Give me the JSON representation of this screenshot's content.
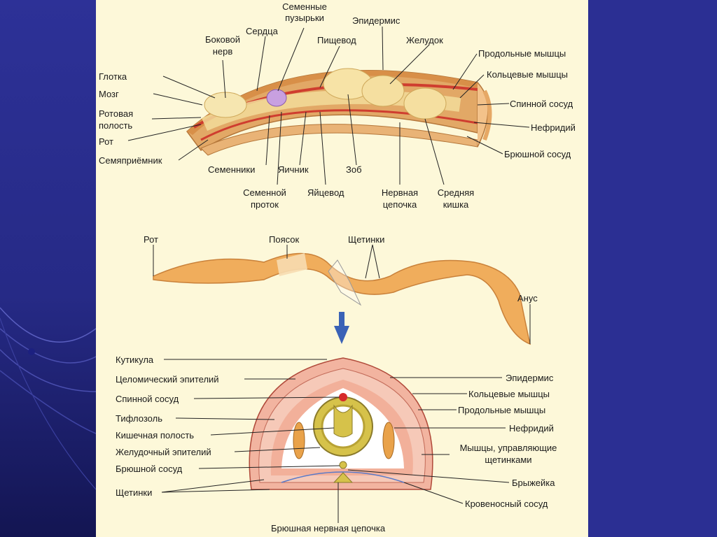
{
  "slide": {
    "background_color": "#2b2e91",
    "sheet_color": "#fdf8d9"
  },
  "diagram_top": {
    "labels": {
      "glotka": "Глотка",
      "mozg": "Мозг",
      "rotovaya_1": "Ротовая",
      "rotovaya_2": "полость",
      "rot": "Рот",
      "semyapriemnik": "Семяприёмник",
      "bokovoy_1": "Боковой",
      "bokovoy_2": "нерв",
      "serdtsa": "Сердца",
      "semennye_1": "Семенные",
      "semennye_2": "пузырьки",
      "epidermis": "Эпидермис",
      "pishchevod": "Пищевод",
      "zheludok": "Желудок",
      "prodolnye": "Продольные мышцы",
      "koltsevye": "Кольцевые мышцы",
      "spinnoy": "Спинной сосуд",
      "nefridiy": "Нефридий",
      "bryushnoy": "Брюшной сосуд",
      "semenniki": "Семенники",
      "yaichnik": "Яичник",
      "zob": "Зоб",
      "semennoy_1": "Семенной",
      "semennoy_2": "проток",
      "yaytsevod": "Яйцевод",
      "nervnaya_1": "Нервная",
      "nervnaya_2": "цепочка",
      "srednyaya_1": "Средняя",
      "srednyaya_2": "кишка"
    }
  },
  "diagram_worm": {
    "labels": {
      "rot": "Рот",
      "poyasok": "Поясок",
      "shchetinki": "Щетинки",
      "anus": "Анус"
    }
  },
  "diagram_section": {
    "labels": {
      "kutikula": "Кутикула",
      "tselom": "Целомический эпителий",
      "spinnoy": "Спинной сосуд",
      "tiflozol": "Тифлозоль",
      "kishechnaya": "Кишечная полость",
      "zheludochny": "Желудочный эпителий",
      "bryushnoy": "Брюшной сосуд",
      "shchetinki": "Щетинки",
      "epidermis": "Эпидермис",
      "koltsevye": "Кольцевые мышцы",
      "prodolnye": "Продольные мышцы",
      "nefridiy": "Нефридий",
      "myshtsy_1": "Мышцы, управляющие",
      "myshtsy_2": "щетинками",
      "bryzheyka": "Брыжейка",
      "krovenosny": "Кровеносный сосуд",
      "nervnaya": "Брюшная нервная цепочка"
    }
  }
}
